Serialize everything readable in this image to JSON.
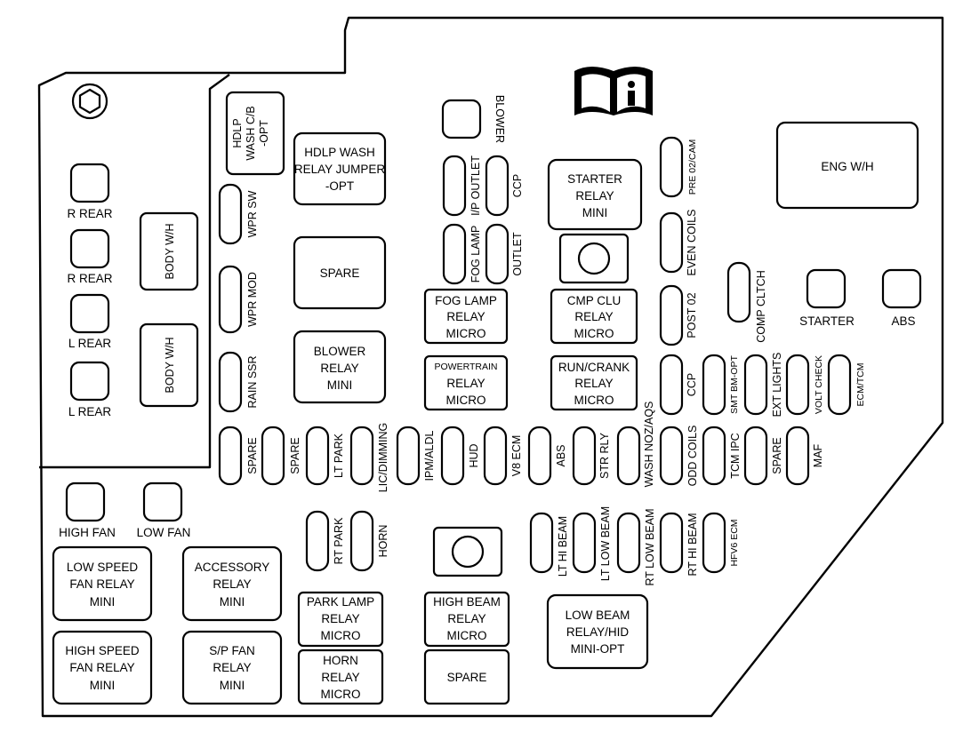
{
  "rear_fuses": [
    "R REAR",
    "R REAR",
    "L REAR",
    "L REAR"
  ],
  "body_wh": [
    "BODY W/H",
    "BODY W/H"
  ],
  "fans": {
    "high": "HIGH FAN",
    "low": "LOW FAN"
  },
  "relays_left": {
    "low_speed": [
      "LOW SPEED",
      "FAN RELAY",
      "MINI"
    ],
    "accessory": [
      "ACCESSORY",
      "RELAY",
      "MINI"
    ],
    "high_speed": [
      "HIGH SPEED",
      "FAN RELAY",
      "MINI"
    ],
    "sp_fan": [
      "S/P FAN",
      "RELAY",
      "MINI"
    ]
  },
  "column_fuses": {
    "hdlp_wash_cb": [
      "HDLP",
      "WASH C/B",
      "-OPT"
    ],
    "wpr_sw": "WPR SW",
    "wpr_mod": "WPR MOD",
    "rain_ssr": "RAIN SSR"
  },
  "relays_mid": {
    "hdlp_wash_relay": [
      "HDLP WASH",
      "RELAY JUMPER",
      "-OPT"
    ],
    "spare": [
      "SPARE"
    ],
    "blower_relay": [
      "BLOWER",
      "RELAY",
      "MINI"
    ],
    "fog_lamp_relay": [
      "FOG LAMP",
      "RELAY",
      "MICRO"
    ],
    "powertrain_relay": [
      "POWERTRAIN",
      "RELAY",
      "MICRO"
    ],
    "starter_relay": [
      "STARTER",
      "RELAY",
      "MINI"
    ],
    "cmp_clu_relay": [
      "CMP CLU",
      "RELAY",
      "MICRO"
    ],
    "run_crank_relay": [
      "RUN/CRANK",
      "RELAY",
      "MICRO"
    ],
    "park_lamp_relay": [
      "PARK LAMP",
      "RELAY",
      "MICRO"
    ],
    "horn_relay": [
      "HORN",
      "RELAY",
      "MICRO"
    ],
    "high_beam_relay": [
      "HIGH BEAM",
      "RELAY",
      "MICRO"
    ],
    "spare_bottom": [
      "SPARE"
    ],
    "low_beam_relay": [
      "LOW BEAM",
      "RELAY/HID",
      "MINI-OPT"
    ]
  },
  "top_fuses": {
    "blower": "BLOWER",
    "ip_outlet": "I/P OUTLET",
    "ccp_top": "CCP",
    "fog_lamp": "FOG LAMP",
    "outlet": "OUTLET",
    "pre02_cam": "PRE 02/CAM",
    "even_coils": "EVEN COILS",
    "post02": "POST 02",
    "comp_cltch": "COMP CLTCH"
  },
  "right_side": {
    "eng_wh": "ENG W/H",
    "starter": "STARTER",
    "abs": "ABS"
  },
  "upper_row": [
    "CCP",
    "SMT BM-OPT",
    "EXT LIGHTS",
    "VOLT CHECK",
    "ECM/TCM"
  ],
  "main_row": [
    "SPARE",
    "SPARE",
    "LT PARK",
    "LIC/DIMMING",
    "IPM/ALDL",
    "HUD",
    "V8 ECM",
    "ABS",
    "STR RLY",
    "WASH NOZ/AQS",
    "ODD COILS",
    "TCM IPC",
    "SPARE",
    "MAF"
  ],
  "lower_row": {
    "rt_park": "RT PARK",
    "horn": "HORN",
    "beams": [
      "LT HI BEAM",
      "LT LOW BEAM",
      "RT LOW BEAM",
      "RT HI BEAM",
      "HFV6 ECM"
    ]
  }
}
